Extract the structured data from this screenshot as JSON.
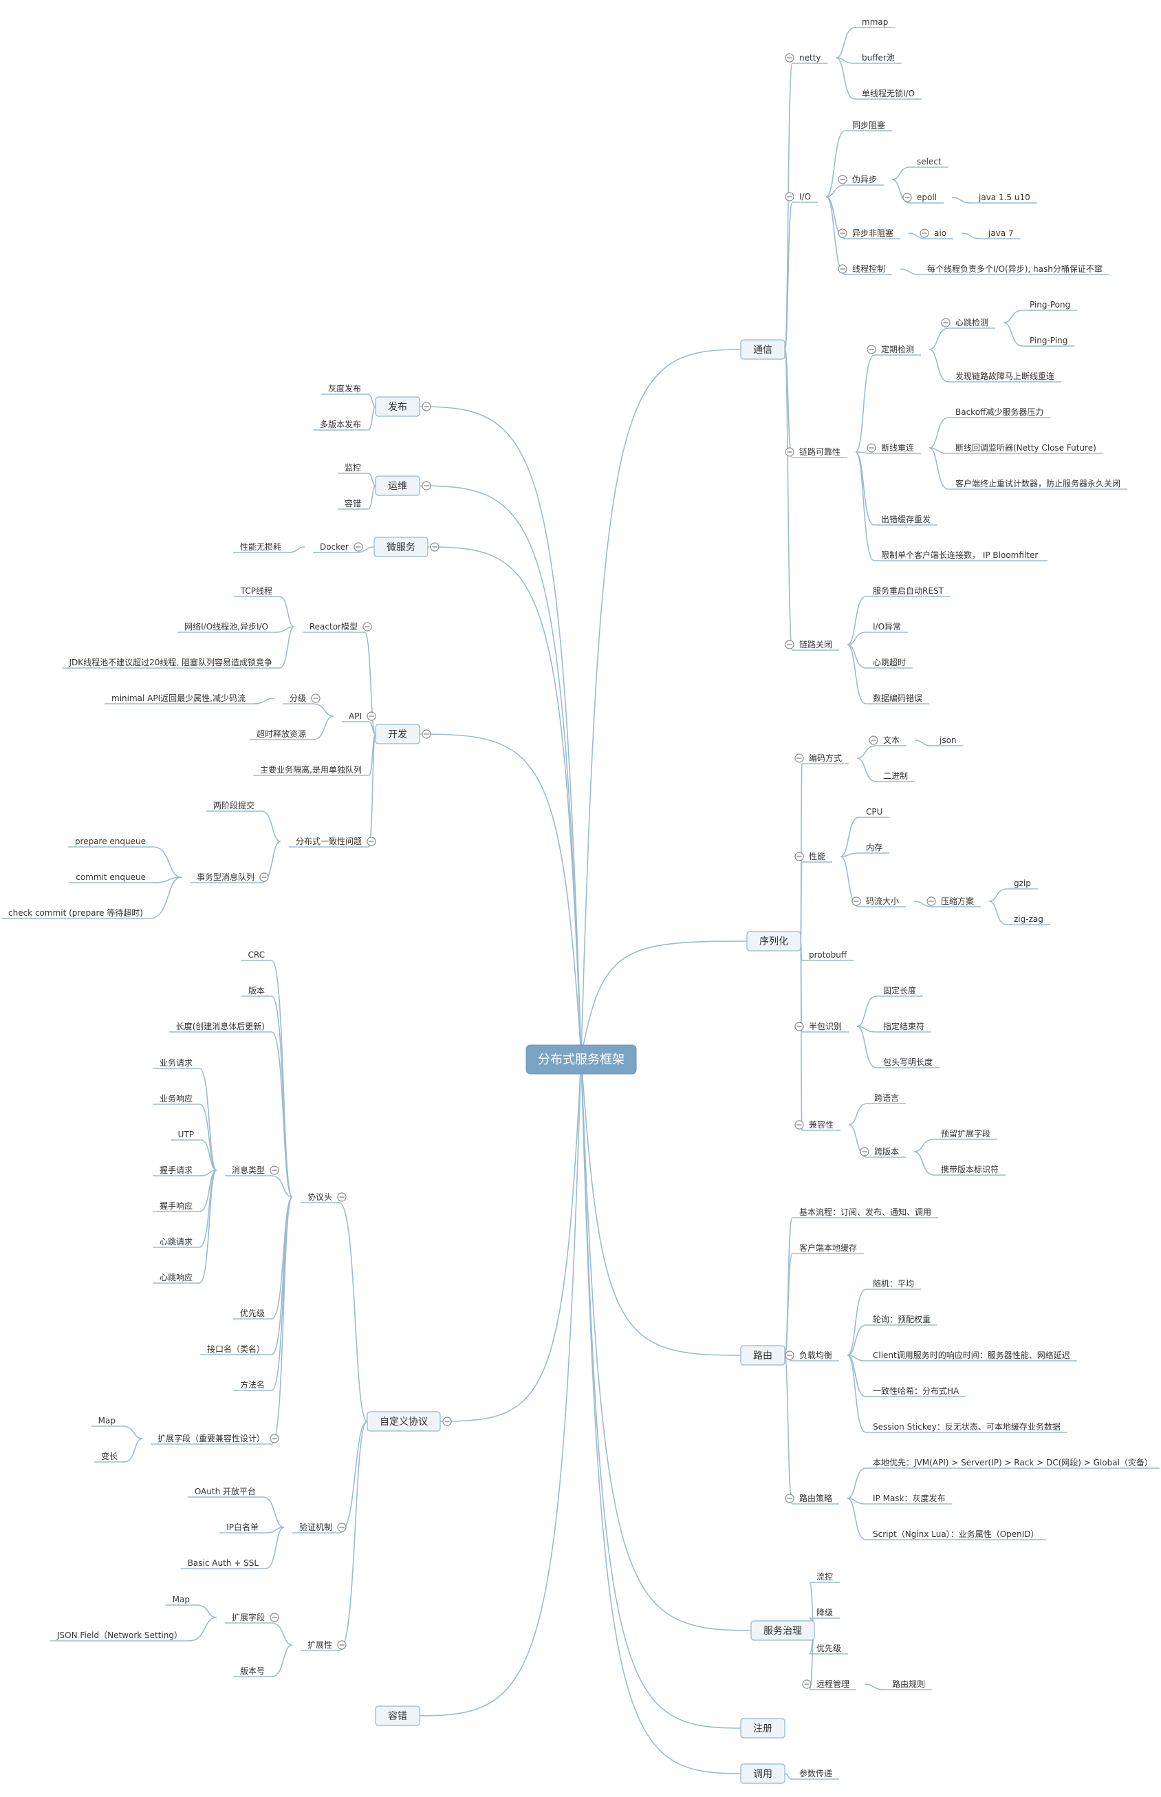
{
  "root": {
    "label": "分布式服务框架"
  },
  "tree": [
    {
      "id": "tx",
      "label": "通信",
      "parent": "root"
    },
    {
      "id": "netty",
      "label": "netty",
      "parent": "tx"
    },
    {
      "id": "mmap",
      "label": "mmap",
      "parent": "netty"
    },
    {
      "id": "bufpool",
      "label": "buffer池",
      "parent": "netty"
    },
    {
      "id": "single",
      "label": "单线程无锁I/O",
      "parent": "netty"
    },
    {
      "id": "io",
      "label": "I/O",
      "parent": "tx"
    },
    {
      "id": "syncblock",
      "label": "同步阻塞",
      "parent": "io"
    },
    {
      "id": "pseudo",
      "label": "伪异步",
      "parent": "io"
    },
    {
      "id": "select",
      "label": "select",
      "parent": "pseudo"
    },
    {
      "id": "epoll",
      "label": "epoll",
      "parent": "pseudo"
    },
    {
      "id": "java15",
      "label": "java 1.5 u10",
      "parent": "epoll"
    },
    {
      "id": "asyncnb",
      "label": "异步非阻塞",
      "parent": "io"
    },
    {
      "id": "aio",
      "label": "aio",
      "parent": "asyncnb"
    },
    {
      "id": "java7",
      "label": "java 7",
      "parent": "aio"
    },
    {
      "id": "thctl",
      "label": "线程控制",
      "parent": "io"
    },
    {
      "id": "thctl_d",
      "label": "每个线程负责多个I/O(异步), hash分桶保证不窜",
      "parent": "thctl"
    },
    {
      "id": "linkrel",
      "label": "链路可靠性",
      "parent": "tx"
    },
    {
      "id": "periodic",
      "label": "定期检测",
      "parent": "linkrel"
    },
    {
      "id": "heartbeat",
      "label": "心跳检测",
      "parent": "periodic"
    },
    {
      "id": "pingpong",
      "label": "Ping-Pong",
      "parent": "heartbeat"
    },
    {
      "id": "pingping",
      "label": "Ping-Ping",
      "parent": "heartbeat"
    },
    {
      "id": "discover",
      "label": "发现链路故障马上断线重连",
      "parent": "periodic"
    },
    {
      "id": "reconnect",
      "label": "断线重连",
      "parent": "linkrel"
    },
    {
      "id": "backoff",
      "label": "Backoff减少服务器压力",
      "parent": "reconnect"
    },
    {
      "id": "closefut",
      "label": "断线回调监听器(Netty Close Future)",
      "parent": "reconnect"
    },
    {
      "id": "clientstop",
      "label": "客户端终止重试计数器，防止服务器永久关闭",
      "parent": "reconnect"
    },
    {
      "id": "errresend",
      "label": "出错缓存重发",
      "parent": "linkrel"
    },
    {
      "id": "limitconn",
      "label": "限制单个客户端长连接数，  IP Bloomfilter",
      "parent": "linkrel"
    },
    {
      "id": "linkclose",
      "label": "链路关闭",
      "parent": "tx"
    },
    {
      "id": "restart",
      "label": "服务重启自动REST",
      "parent": "linkclose"
    },
    {
      "id": "ioexc",
      "label": "I/O异常",
      "parent": "linkclose"
    },
    {
      "id": "hbtimeout",
      "label": "心跳超时",
      "parent": "linkclose"
    },
    {
      "id": "decerr",
      "label": "数据编码错误",
      "parent": "linkclose"
    },
    {
      "id": "ser",
      "label": "序列化",
      "parent": "root"
    },
    {
      "id": "encoding",
      "label": "编码方式",
      "parent": "ser"
    },
    {
      "id": "text",
      "label": "文本",
      "parent": "encoding"
    },
    {
      "id": "json",
      "label": "json",
      "parent": "text"
    },
    {
      "id": "binary",
      "label": "二进制",
      "parent": "encoding"
    },
    {
      "id": "perf",
      "label": "性能",
      "parent": "ser"
    },
    {
      "id": "cpu",
      "label": "CPU",
      "parent": "perf"
    },
    {
      "id": "mem",
      "label": "内存",
      "parent": "perf"
    },
    {
      "id": "streamsize",
      "label": "码流大小",
      "parent": "perf"
    },
    {
      "id": "compress",
      "label": "压缩方案",
      "parent": "streamsize"
    },
    {
      "id": "gzip",
      "label": "gzip",
      "parent": "compress"
    },
    {
      "id": "zigzag",
      "label": "zig-zag",
      "parent": "compress"
    },
    {
      "id": "protobuf",
      "label": "protobuff",
      "parent": "ser"
    },
    {
      "id": "halfpkt",
      "label": "半包识别",
      "parent": "ser"
    },
    {
      "id": "fixlen",
      "label": "固定长度",
      "parent": "halfpkt"
    },
    {
      "id": "endchar",
      "label": "指定结束符",
      "parent": "halfpkt"
    },
    {
      "id": "headlen",
      "label": "包头写明长度",
      "parent": "halfpkt"
    },
    {
      "id": "compat",
      "label": "兼容性",
      "parent": "ser"
    },
    {
      "id": "crosslang",
      "label": "跨语言",
      "parent": "compat"
    },
    {
      "id": "crossver",
      "label": "跨版本",
      "parent": "compat"
    },
    {
      "id": "reserve",
      "label": "预留扩展字段",
      "parent": "crossver"
    },
    {
      "id": "verflag",
      "label": "携带版本标识符",
      "parent": "crossver"
    },
    {
      "id": "route",
      "label": "路由",
      "parent": "root"
    },
    {
      "id": "basicflow",
      "label": "基本流程：订阅、发布、通知、调用",
      "parent": "route"
    },
    {
      "id": "clientcache",
      "label": "客户端本地缓存",
      "parent": "route"
    },
    {
      "id": "lb",
      "label": "负载均衡",
      "parent": "route"
    },
    {
      "id": "random",
      "label": "随机：平均",
      "parent": "lb"
    },
    {
      "id": "roundrobin",
      "label": "轮询：预配权重",
      "parent": "lb"
    },
    {
      "id": "resptime",
      "label": "Client调用服务时的响应时间：服务器性能、网络延迟",
      "parent": "lb"
    },
    {
      "id": "consistent",
      "label": "一致性哈希：分布式HA",
      "parent": "lb"
    },
    {
      "id": "sticky",
      "label": "Session Stickey：反无状态、可本地缓存业务数据",
      "parent": "lb"
    },
    {
      "id": "routepolicy",
      "label": "路由策略",
      "parent": "route"
    },
    {
      "id": "localfirst",
      "label": "本地优先：JVM(API) > Server(IP) > Rack > DC(网段) > Global（灾备）",
      "parent": "routepolicy"
    },
    {
      "id": "ipmask",
      "label": "IP Mask：灰度发布",
      "parent": "routepolicy"
    },
    {
      "id": "script",
      "label": "Script（Nginx Lua）：业务属性（OpenID）",
      "parent": "routepolicy"
    },
    {
      "id": "gov",
      "label": "服务治理",
      "parent": "root"
    },
    {
      "id": "flowctl",
      "label": "流控",
      "parent": "gov"
    },
    {
      "id": "degrade",
      "label": "降级",
      "parent": "gov"
    },
    {
      "id": "priority",
      "label": "优先级",
      "parent": "gov"
    },
    {
      "id": "remote",
      "label": "远程管理",
      "parent": "gov"
    },
    {
      "id": "routerule",
      "label": "路由规则",
      "parent": "remote"
    },
    {
      "id": "reg",
      "label": "注册",
      "parent": "root"
    },
    {
      "id": "invoke",
      "label": "调用",
      "parent": "root"
    },
    {
      "id": "params",
      "label": "参数传递",
      "parent": "invoke"
    },
    {
      "id": "pub",
      "label": "发布",
      "parent": "root"
    },
    {
      "id": "gray",
      "label": "灰度发布",
      "parent": "pub"
    },
    {
      "id": "multiver",
      "label": "多版本发布",
      "parent": "pub"
    },
    {
      "id": "ops",
      "label": "运维",
      "parent": "root"
    },
    {
      "id": "monitor",
      "label": "监控",
      "parent": "ops"
    },
    {
      "id": "fault",
      "label": "容错",
      "parent": "ops"
    },
    {
      "id": "micro",
      "label": "微服务",
      "parent": "root"
    },
    {
      "id": "docker",
      "label": "Docker",
      "parent": "micro"
    },
    {
      "id": "noloss",
      "label": "性能无损耗",
      "parent": "docker"
    },
    {
      "id": "dev",
      "label": "开发",
      "parent": "root"
    },
    {
      "id": "reactor",
      "label": "Reactor模型",
      "parent": "dev"
    },
    {
      "id": "tcpthread",
      "label": "TCP线程",
      "parent": "reactor"
    },
    {
      "id": "netiopool",
      "label": "网络I/O线程池,异步I/O",
      "parent": "reactor"
    },
    {
      "id": "jdkpool",
      "label": "JDK线程池不建议超过20线程, 阻塞队列容易造成锁竞争",
      "parent": "reactor"
    },
    {
      "id": "api",
      "label": "API",
      "parent": "dev"
    },
    {
      "id": "grade",
      "label": "分级",
      "parent": "api"
    },
    {
      "id": "minimal",
      "label": "minimal API返回最少属性,减少码流",
      "parent": "grade"
    },
    {
      "id": "timeoutrel",
      "label": "超时释放资源",
      "parent": "api"
    },
    {
      "id": "isolate",
      "label": "主要业务隔离,是用单独队列",
      "parent": "dev"
    },
    {
      "id": "dist",
      "label": "分布式一致性问题",
      "parent": "dev"
    },
    {
      "id": "twophase",
      "label": "两阶段提交",
      "parent": "dist"
    },
    {
      "id": "txmq",
      "label": "事务型消息队列",
      "parent": "dist"
    },
    {
      "id": "prepare",
      "label": "prepare enqueue",
      "parent": "txmq"
    },
    {
      "id": "commit",
      "label": "commit enqueue",
      "parent": "txmq"
    },
    {
      "id": "check",
      "label": "check commit (prepare 等待超时)",
      "parent": "txmq"
    },
    {
      "id": "proto",
      "label": "自定义协议",
      "parent": "root"
    },
    {
      "id": "header",
      "label": "协议头",
      "parent": "proto"
    },
    {
      "id": "crc",
      "label": "CRC",
      "parent": "header"
    },
    {
      "id": "version",
      "label": "版本",
      "parent": "header"
    },
    {
      "id": "length",
      "label": "长度(创建消息体后更新)",
      "parent": "header"
    },
    {
      "id": "msgtype",
      "label": "消息类型",
      "parent": "header"
    },
    {
      "id": "bizreq",
      "label": "业务请求",
      "parent": "msgtype"
    },
    {
      "id": "bizresp",
      "label": "业务响应",
      "parent": "msgtype"
    },
    {
      "id": "utp",
      "label": "UTP",
      "parent": "msgtype"
    },
    {
      "id": "hsreq",
      "label": "握手请求",
      "parent": "msgtype"
    },
    {
      "id": "hsresp",
      "label": "握手响应",
      "parent": "msgtype"
    },
    {
      "id": "hbreq",
      "label": "心跳请求",
      "parent": "msgtype"
    },
    {
      "id": "hbresp",
      "label": "心跳响应",
      "parent": "msgtype"
    },
    {
      "id": "hprio",
      "label": "优先级",
      "parent": "header"
    },
    {
      "id": "ifname",
      "label": "接口名（类名）",
      "parent": "header"
    },
    {
      "id": "method",
      "label": "方法名",
      "parent": "header"
    },
    {
      "id": "extfield",
      "label": "扩展字段（重要兼容性设计）",
      "parent": "header"
    },
    {
      "id": "map1",
      "label": "Map",
      "parent": "extfield"
    },
    {
      "id": "varlen",
      "label": "变长",
      "parent": "extfield"
    },
    {
      "id": "auth",
      "label": "验证机制",
      "parent": "proto"
    },
    {
      "id": "oauth",
      "label": "OAuth 开放平台",
      "parent": "auth"
    },
    {
      "id": "ipwhite",
      "label": "IP白名单",
      "parent": "auth"
    },
    {
      "id": "basicauth",
      "label": "Basic Auth + SSL",
      "parent": "auth"
    },
    {
      "id": "extens",
      "label": "扩展性",
      "parent": "proto"
    },
    {
      "id": "extfield2",
      "label": "扩展字段",
      "parent": "extens"
    },
    {
      "id": "map2",
      "label": "Map",
      "parent": "extfield2"
    },
    {
      "id": "jsonfield",
      "label": "JSON Field（Network Setting）",
      "parent": "extfield2"
    },
    {
      "id": "vernum",
      "label": "版本号",
      "parent": "extens"
    },
    {
      "id": "tolerance",
      "label": "容错",
      "parent": "root"
    }
  ]
}
